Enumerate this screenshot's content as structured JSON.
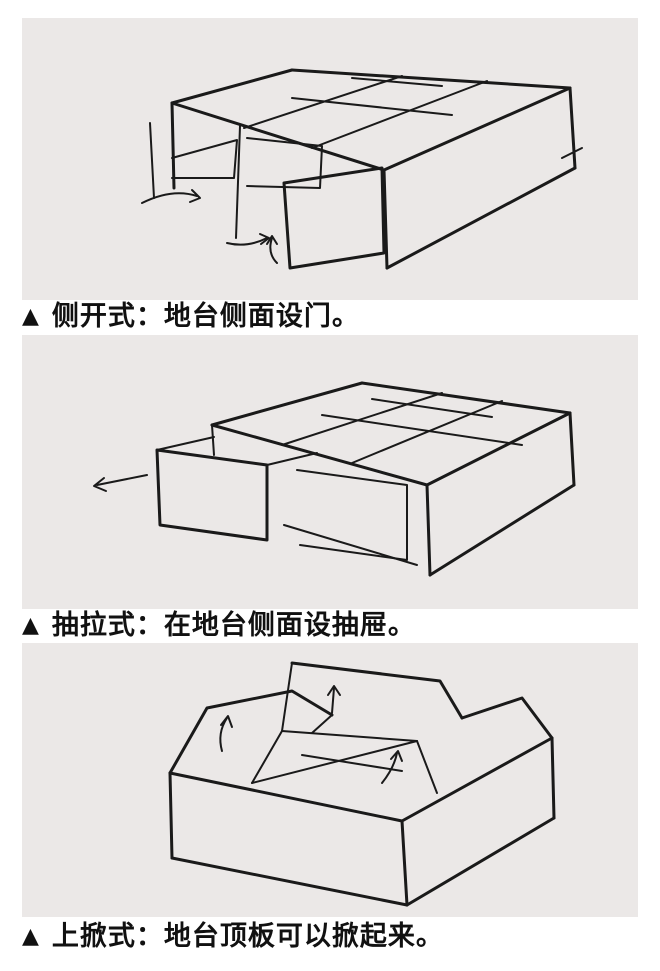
{
  "panels": [
    {
      "bullet": "▲",
      "caption": "侧开式：地台侧面设门。",
      "icon": "side-door-platform-sketch"
    },
    {
      "bullet": "▲",
      "caption": "抽拉式：在地台侧面设抽屉。",
      "icon": "drawer-platform-sketch"
    },
    {
      "bullet": "▲",
      "caption": "上掀式：地台顶板可以掀起来。",
      "icon": "lift-top-platform-sketch"
    }
  ],
  "colors": {
    "panel_background": "#ebe8e7",
    "ink": "#1a1a1a"
  }
}
